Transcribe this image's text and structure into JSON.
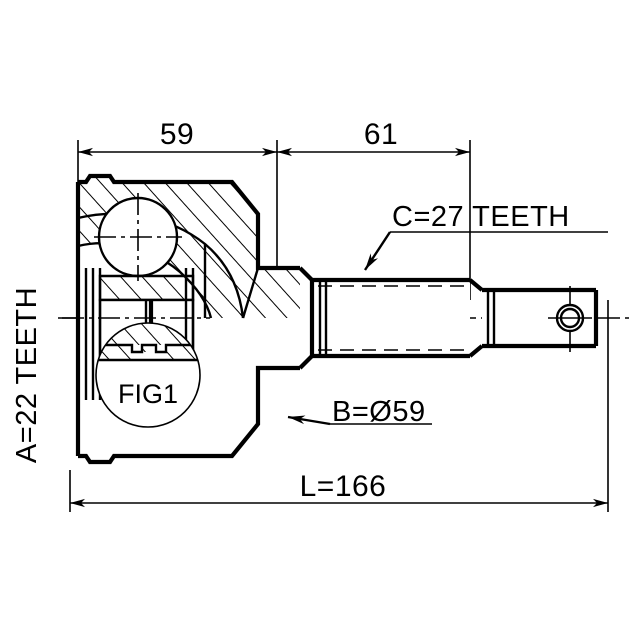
{
  "drawing": {
    "type": "technical-drawing",
    "subject": "CV joint (constant velocity joint) outer joint assembly, sectioned side view",
    "background_color": "#ffffff",
    "line_color": "#000000"
  },
  "dimensions": {
    "top_left": {
      "value": "59",
      "name": "outer-joint-body-length"
    },
    "top_right": {
      "value": "61",
      "name": "shaft-length"
    },
    "overall": {
      "value": "L=166",
      "name": "overall-length"
    }
  },
  "labels": {
    "inner_spline": {
      "value": "A=22 TEETH",
      "orientation": "vertical"
    },
    "outer_diameter": {
      "value": "B=Ø59"
    },
    "shaft_spline": {
      "value": "C=27 TEETH"
    },
    "detail_callout": {
      "value": "FIG1"
    }
  },
  "icons": {
    "arrow": "dimension-arrow",
    "leader": "leader-line",
    "center_mark": "center-cross"
  }
}
